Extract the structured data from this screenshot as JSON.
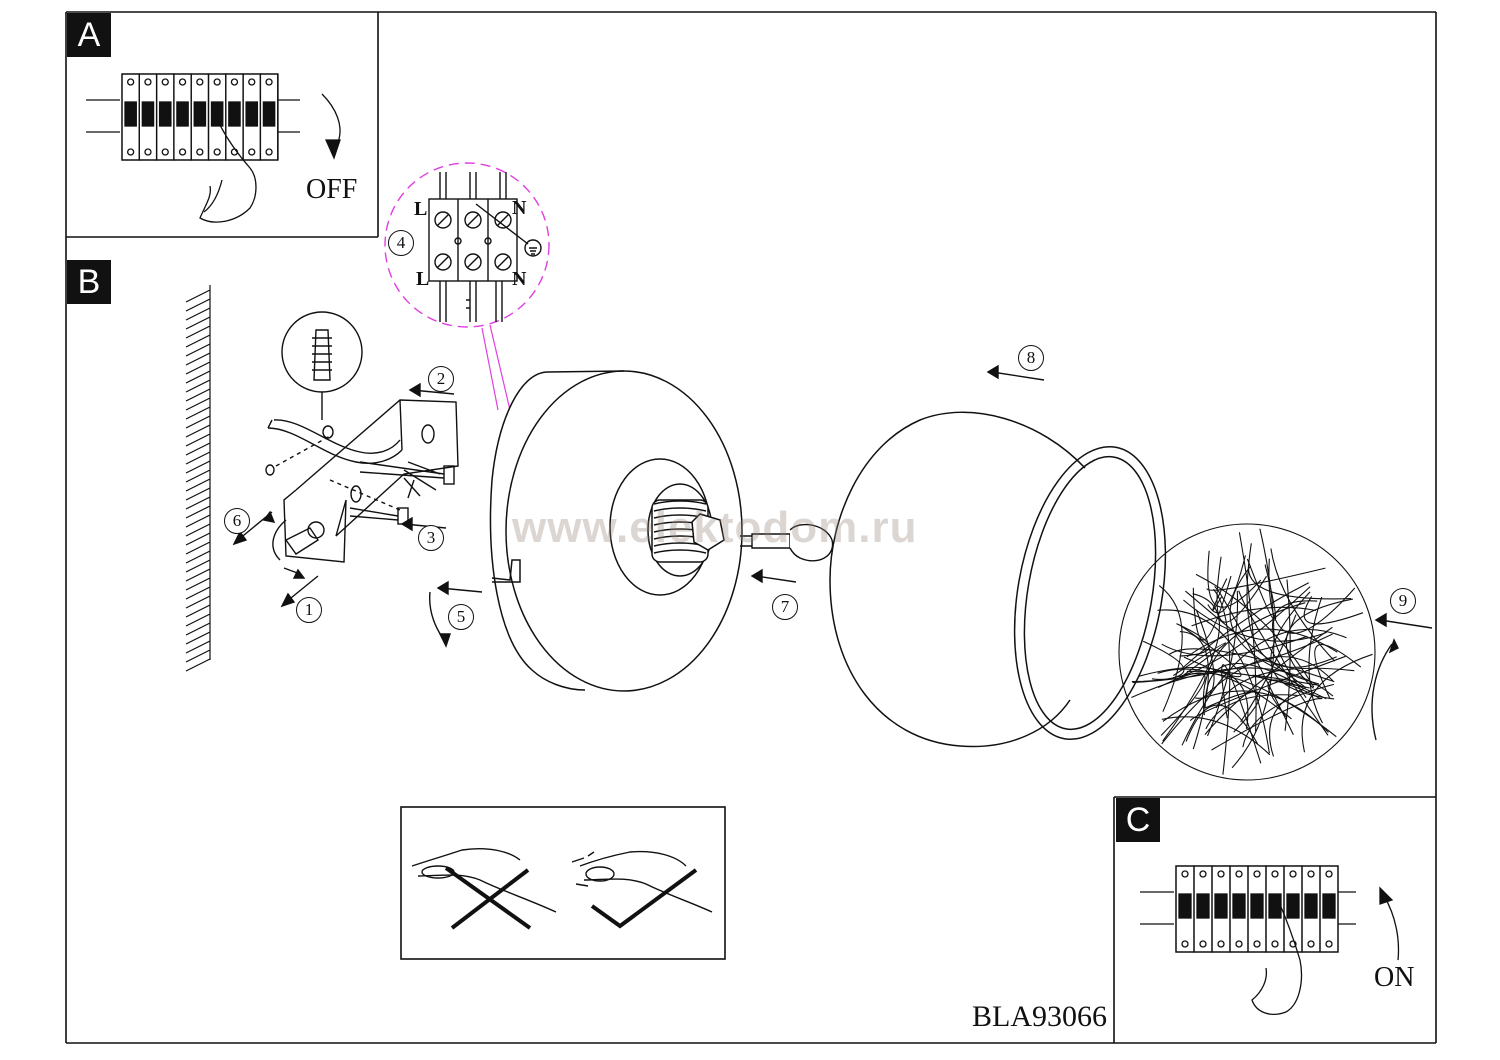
{
  "panels": {
    "a": "A",
    "b": "B",
    "c": "C"
  },
  "labels": {
    "off": "OFF",
    "on": "ON",
    "model": "BLA93066",
    "watermark": "www.elektodom.ru"
  },
  "terminals": {
    "l_top": "L",
    "n_top": "N",
    "l_bottom": "L",
    "n_bottom": "N"
  },
  "steps": [
    "1",
    "2",
    "3",
    "4",
    "5",
    "6",
    "7",
    "8",
    "9"
  ],
  "colors": {
    "ink": "#111111",
    "wiring_highlight": "#e040e0"
  }
}
